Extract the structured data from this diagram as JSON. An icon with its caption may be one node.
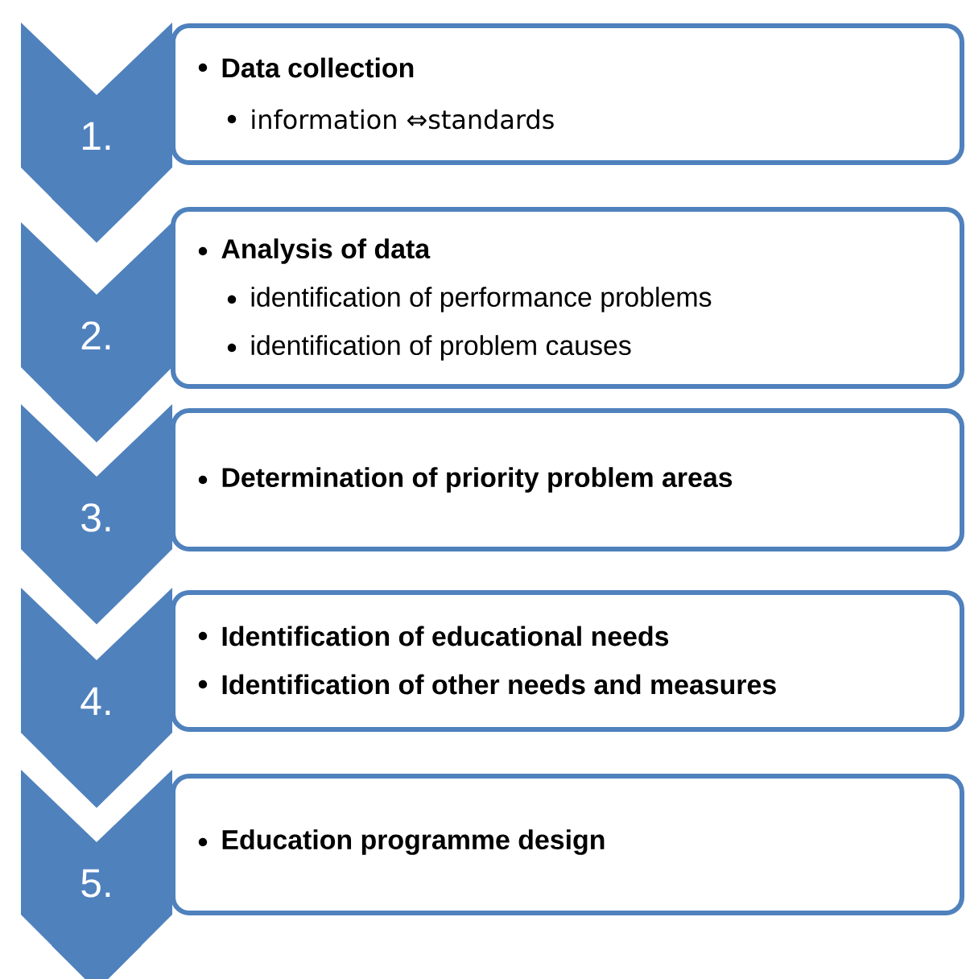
{
  "diagram": {
    "nodes": [
      {
        "text": [
          "1."
        ]
      },
      {
        "text": [
          "Data collection",
          "information ⇔standards"
        ]
      },
      {
        "text": [
          "2."
        ]
      },
      {
        "text": [
          "Analysis of data",
          "identification of performance problems",
          "identification of problem causes"
        ]
      },
      {
        "text": [
          "3."
        ]
      },
      {
        "text": [
          "Determination of priority problem areas"
        ]
      },
      {
        "text": [
          "4."
        ]
      },
      {
        "text": [
          "Identification of educational needs",
          "Identification of other needs and measures"
        ]
      },
      {
        "text": [
          "5."
        ]
      },
      {
        "text": [
          "Education programme design"
        ]
      }
    ],
    "edges": [
      {
        "from": 0,
        "to": 2,
        "arrow": "to"
      },
      {
        "from": 2,
        "to": 4,
        "arrow": "to"
      },
      {
        "from": 4,
        "to": 6,
        "arrow": "to"
      },
      {
        "from": 6,
        "to": 8,
        "arrow": "to"
      },
      {
        "from": 8,
        "to": null,
        "arrow": "to"
      }
    ]
  }
}
